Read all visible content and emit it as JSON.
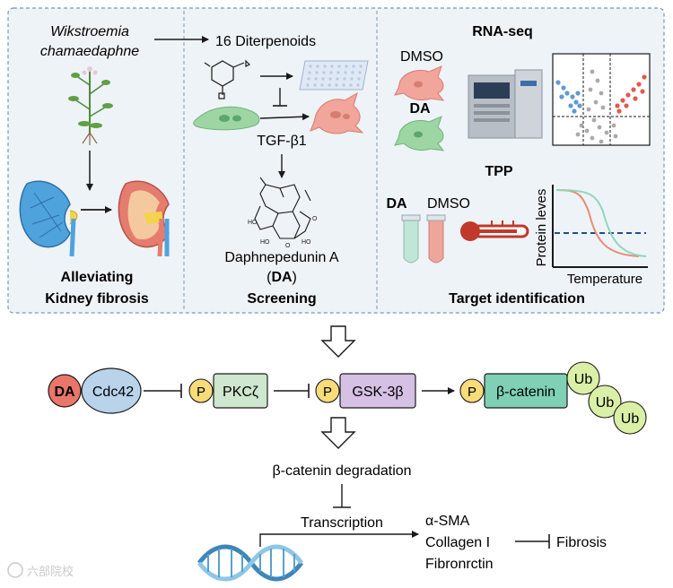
{
  "colors": {
    "panel_border": "#7a95b8",
    "panel_fill": "#eef3f8",
    "da_red": "#e9766a",
    "cdc42_blue": "#b8d3ea",
    "phospho_yellow": "#f7dc7a",
    "pkc_green": "#cfe6cf",
    "gsk_purple": "#d6c0e4",
    "bcatenin_teal": "#7fd0b4",
    "ub_green": "#d9f0a6",
    "dna_blue": "#3f86b8",
    "kidney_blue": "#4fa3dd",
    "kidney_red": "#e47d6d",
    "cell_pink": "#f1a59b",
    "cell_green": "#9dd6a3",
    "curve_green": "#8fd6bb",
    "curve_red": "#e98b73",
    "curve_dashed": "#1f4f8a"
  },
  "panel1": {
    "species_line1": "Wikstroemia",
    "species_line2": "chamaedaphne",
    "title_line1": "Alleviating",
    "title_line2": "Kidney fibrosis",
    "icons": [
      "plant-icon",
      "fibrotic-kidney-icon",
      "healthy-kidney-icon"
    ]
  },
  "panel2": {
    "diterpenoids": "16 Diterpenoids",
    "tgf": "TGF-β1",
    "compound_line1": "Daphnepedunin A",
    "compound_abbr_open": "(",
    "compound_abbr": "DA",
    "compound_abbr_close": ")",
    "title": "Screening",
    "icons": [
      "molecule-icon",
      "well-plate-icon",
      "fibroblast-icon",
      "activated-fibroblast-icon",
      "chemical-structure-icon"
    ]
  },
  "panel3": {
    "rnaseq_title": "RNA-seq",
    "dmso": "DMSO",
    "da": "DA",
    "tpp_title": "TPP",
    "tube_da": "DA",
    "tube_dmso": "DMSO",
    "plot_ylabel": "Protein leves",
    "plot_xlabel": "Temperature",
    "title": "Target identification",
    "icons": [
      "sequencer-icon",
      "volcano-plot-icon",
      "tube-icon",
      "thermometer-icon",
      "melting-curve-icon"
    ]
  },
  "pathway": {
    "da": "DA",
    "cdc42": "Cdc42",
    "p": "P",
    "pkc": "PKCζ",
    "gsk": "GSK-3β",
    "bcatenin": "β-catenin",
    "ub": "Ub",
    "degradation": "β-catenin degradation",
    "transcription": "Transcription",
    "gene1": "α-SMA",
    "gene2": "Collagen I",
    "gene3": "Fibronrctin",
    "fibrosis": "Fibrosis"
  },
  "watermark": "六部院校"
}
